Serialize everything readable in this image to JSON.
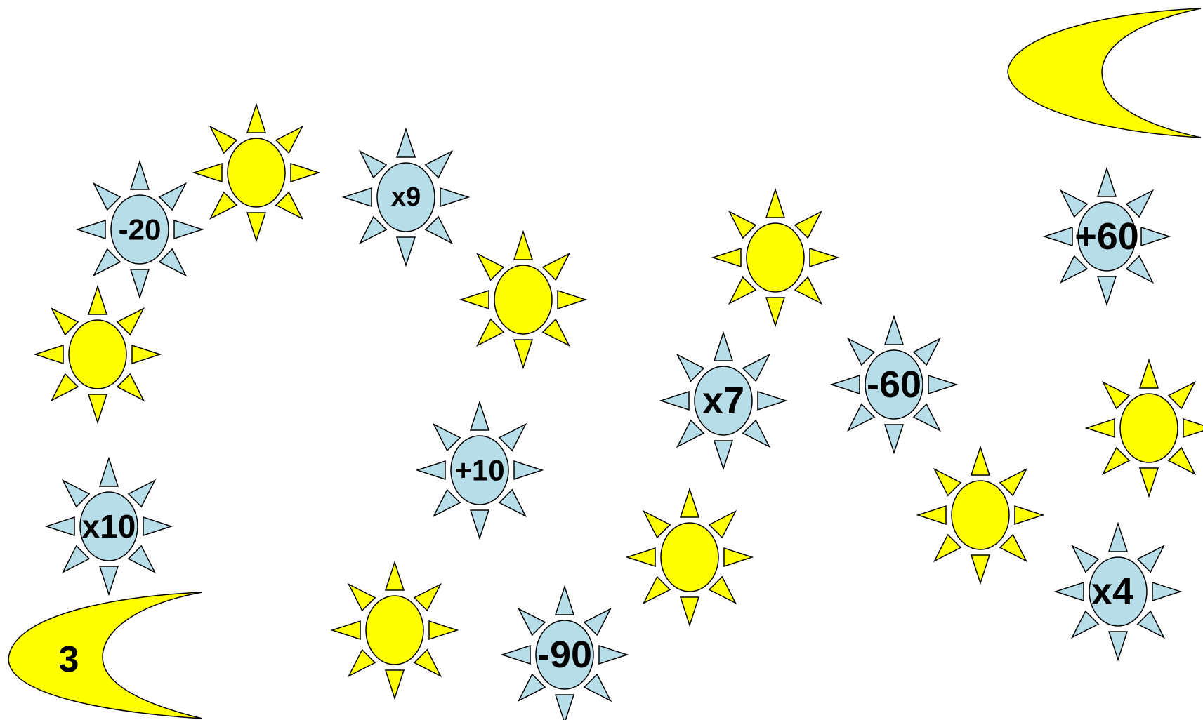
{
  "colors": {
    "background": "#ffffff",
    "yellow": "#ffff00",
    "blue": "#b7dde8",
    "outline": "#000000"
  },
  "moons": [
    {
      "id": "start",
      "label": "3"
    },
    {
      "id": "finish",
      "label": ""
    }
  ],
  "operations": [
    {
      "label": "-20"
    },
    {
      "label": "x9"
    },
    {
      "label": "+60"
    },
    {
      "label": "x7"
    },
    {
      "label": "-60"
    },
    {
      "label": "+10"
    },
    {
      "label": "x10"
    },
    {
      "label": "x4"
    },
    {
      "label": "-90"
    }
  ]
}
